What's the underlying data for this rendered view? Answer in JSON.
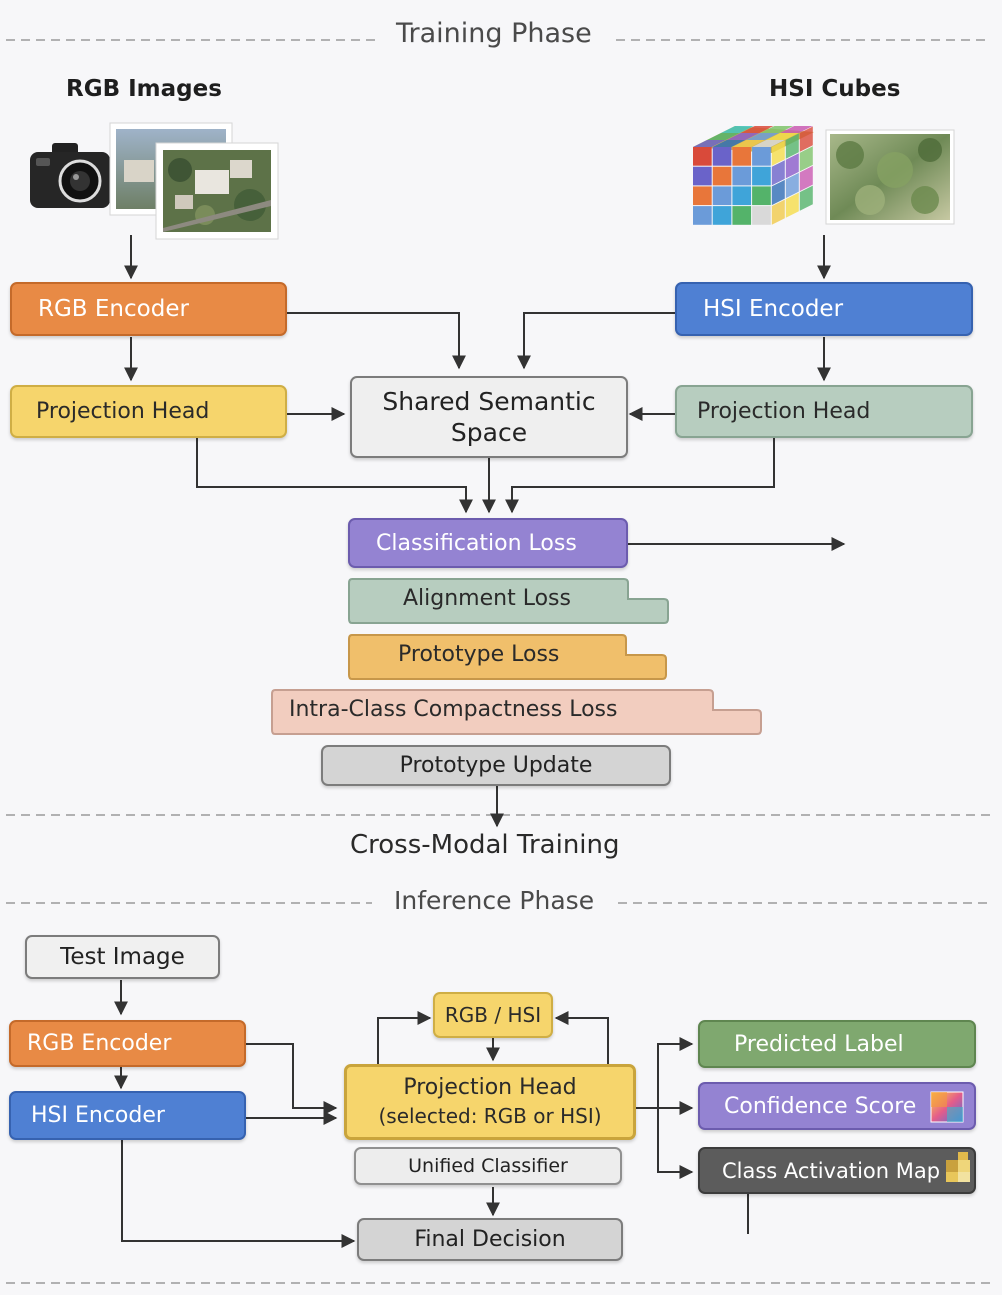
{
  "training": {
    "title": "Training Phase",
    "rgb_images_label": "RGB Images",
    "hsi_cubes_label": "HSI Cubes",
    "rgb_encoder": "RGB Encoder",
    "hsi_encoder": "HSI Encoder",
    "rgb_projection_head": "Projection Head",
    "hsi_projection_head": "Projection Head",
    "shared_space_line1": "Shared Semantic",
    "shared_space_line2": "Space",
    "classification_loss": "Classification Loss",
    "alignment_loss": "Alignment Loss",
    "prototype_loss": "Prototype Loss",
    "compactness_loss": "Intra-Class Compactness Loss",
    "prototype_update": "Prototype Update",
    "cross_modal_label": "Cross-Modal Training"
  },
  "inference": {
    "title": "Inference Phase",
    "test_image": "Test Image",
    "rgb_encoder": "RGB Encoder",
    "hsi_encoder": "HSI Encoder",
    "rgb_hsi_selector": "RGB / HSI",
    "projection_head_line1": "Projection Head",
    "projection_head_line2": "(selected: RGB or HSI)",
    "unified_classifier": "Unified Classifier",
    "final_decision": "Final Decision",
    "predicted_label": "Predicted Label",
    "confidence_score": "Confidence Score",
    "class_activation_map": "Class Activation Map"
  },
  "colors": {
    "rgb_encoder": "#e88a45",
    "hsi_encoder": "#4f80d3",
    "projection_head_rgb": "#f6d56c",
    "projection_head_hsi": "#b7cdbf",
    "classification_loss": "#9483d2",
    "alignment_loss": "#b7cdbf",
    "prototype_loss": "#f0bf6b",
    "compactness_loss": "#f2cdbf",
    "predicted_label": "#7fa86f",
    "confidence_score": "#9483d2",
    "class_activation_map": "#5c5c5c"
  },
  "icons": {
    "camera": "camera-icon",
    "rgb_photos": "aerial-photo-icon",
    "hsi_cube": "hyperspectral-cube-icon",
    "hsi_photo": "vegetation-photo-icon",
    "confidence": "color-gradient-icon",
    "activation": "heatmap-icon"
  }
}
